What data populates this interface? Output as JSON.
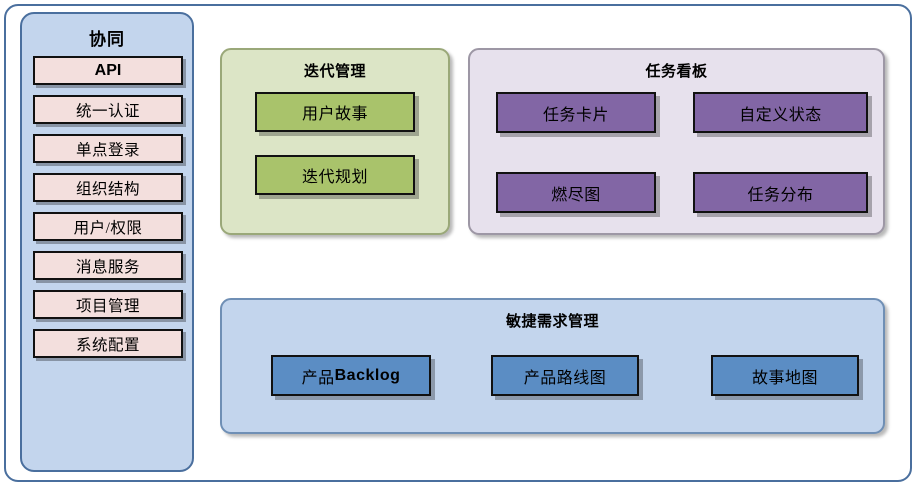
{
  "diagram": {
    "sidebar": {
      "title": "协同",
      "items": [
        {
          "label": "API",
          "style": "bold-sans"
        },
        {
          "label": "统一认证",
          "style": "serif"
        },
        {
          "label": "单点登录",
          "style": "serif"
        },
        {
          "label": "组织结构",
          "style": "serif"
        },
        {
          "label": "用户/权限",
          "style": "serif"
        },
        {
          "label": "消息服务",
          "style": "serif"
        },
        {
          "label": "项目管理",
          "style": "serif"
        },
        {
          "label": "系统配置",
          "style": "serif"
        }
      ]
    },
    "groups": [
      {
        "id": "iteration",
        "title": "迭代管理",
        "fill": "#dce5c6",
        "node_fill": "#a9c36b",
        "nodes": [
          {
            "label": "用户故事"
          },
          {
            "label": "迭代规划"
          }
        ]
      },
      {
        "id": "taskboard",
        "title": "任务看板",
        "fill": "#e7e1ed",
        "node_fill": "#8266a5",
        "nodes": [
          {
            "label": "任务卡片"
          },
          {
            "label": "自定义状态"
          },
          {
            "label": "燃尽图"
          },
          {
            "label": "任务分布"
          }
        ]
      },
      {
        "id": "agile",
        "title": "敏捷需求管理",
        "fill": "#c3d5ed",
        "node_fill": "#5b8dc4",
        "nodes": [
          {
            "label_prefix": "产品",
            "label_suffix": "Backlog"
          },
          {
            "label": "产品路线图"
          },
          {
            "label": "故事地图"
          }
        ]
      }
    ],
    "colors": {
      "frame_border": "#4a6f9e",
      "sidebar_fill": "#c3d5ed",
      "sidebar_item_fill": "#f3dfdd",
      "node_border": "#111111"
    }
  }
}
